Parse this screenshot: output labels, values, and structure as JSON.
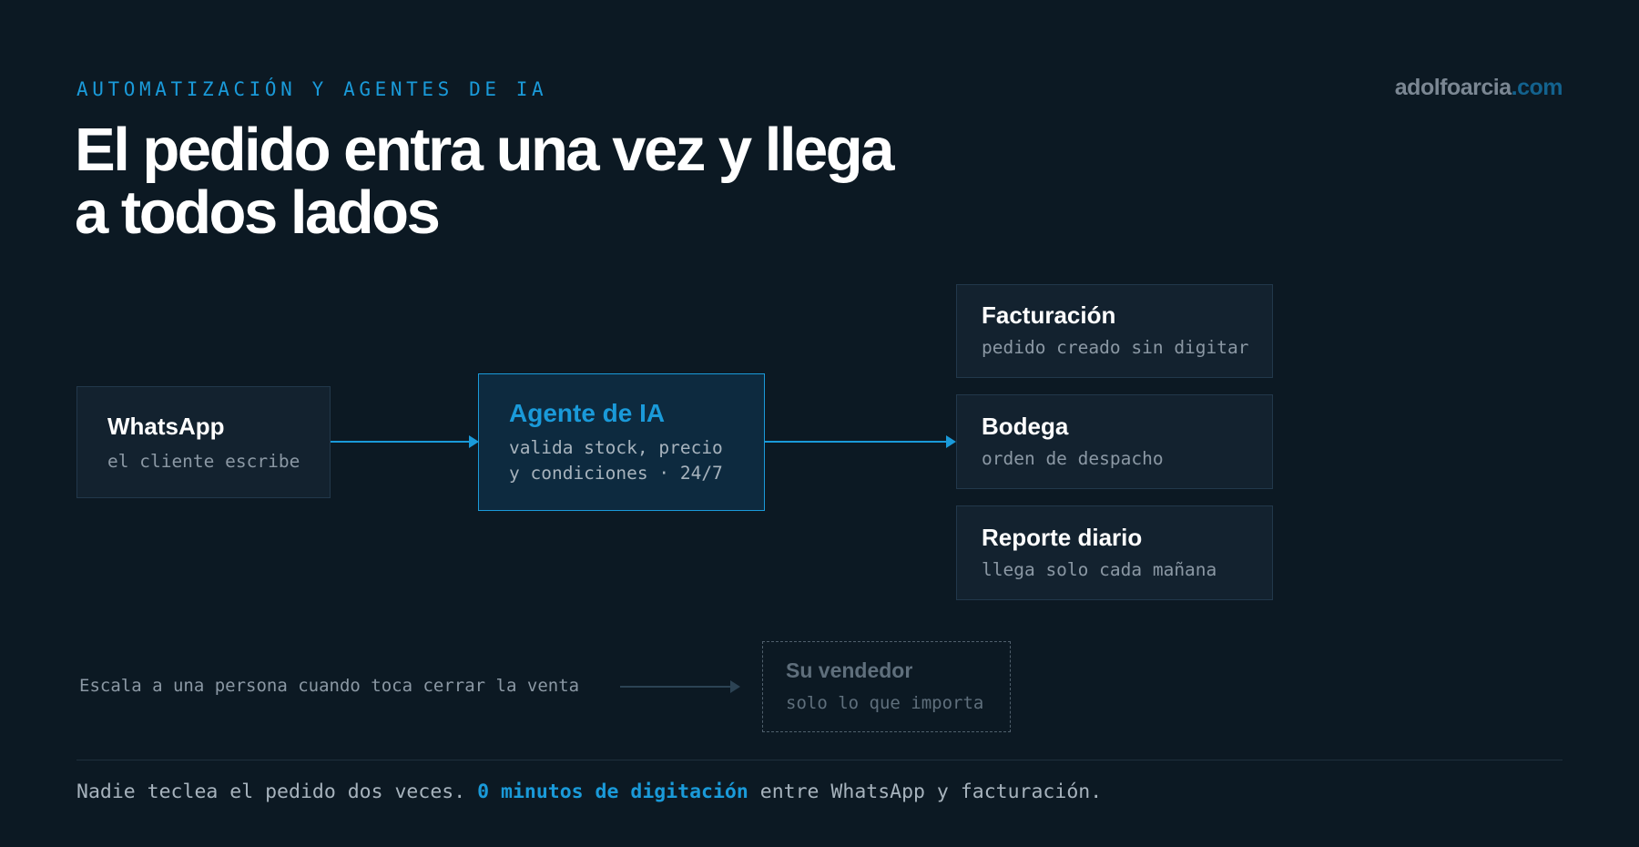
{
  "header": {
    "eyebrow": "AUTOMATIZACIÓN Y AGENTES DE IA",
    "brand_name": "adolfoarcia",
    "brand_tld": ".com",
    "title": "El pedido entra una vez y llega a todos lados"
  },
  "flow": {
    "source": {
      "title": "WhatsApp",
      "subtitle": "el cliente escribe"
    },
    "agent": {
      "title": "Agente de IA",
      "subtitle_line1": "valida stock, precio",
      "subtitle_line2": "y condiciones · 24/7"
    },
    "outputs": [
      {
        "title": "Facturación",
        "subtitle": "pedido creado sin digitar"
      },
      {
        "title": "Bodega",
        "subtitle": "orden de despacho"
      },
      {
        "title": "Reporte diario",
        "subtitle": "llega solo cada mañana"
      }
    ],
    "escalation": {
      "text": "Escala a una persona cuando toca cerrar la venta",
      "target_title": "Su vendedor",
      "target_subtitle": "solo lo que importa"
    }
  },
  "footer": {
    "text_before": "Nadie teclea el pedido dos veces. ",
    "highlight": "0 minutos de digitación",
    "text_after": " entre WhatsApp y facturación."
  },
  "colors": {
    "background": "#0c1923",
    "accent": "#1a9ad9",
    "box_fill": "#13222f",
    "box_border": "#22384b",
    "muted_text": "#8b98a4"
  }
}
